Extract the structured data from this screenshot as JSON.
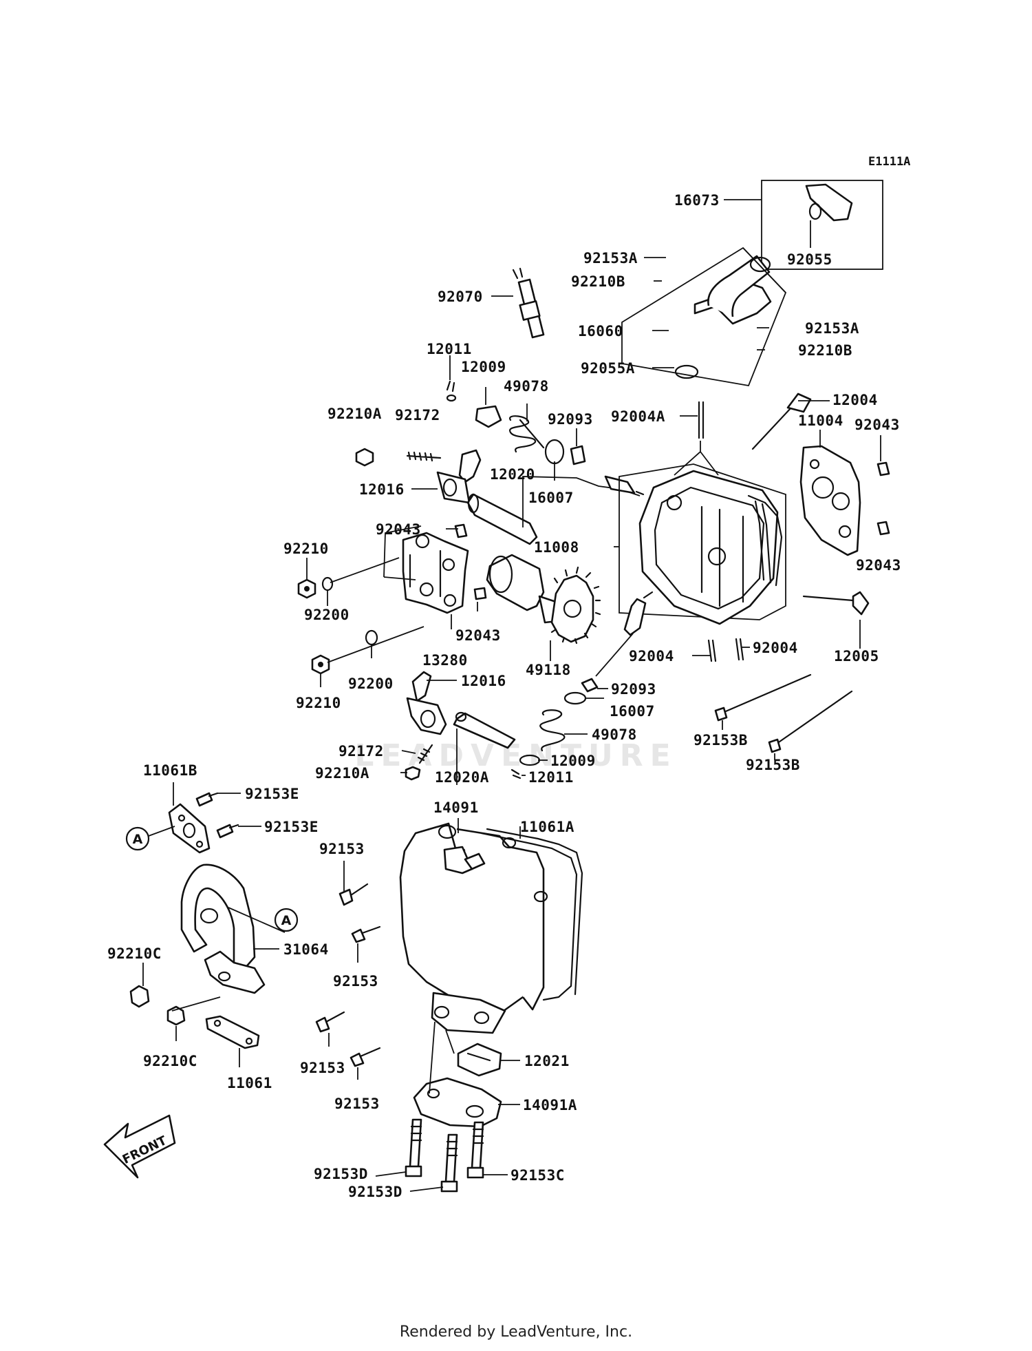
{
  "diagram_ref": "E1111A",
  "footer": "Rendered by LeadVenture, Inc.",
  "watermark": "LEADVENTURE",
  "front_label": "FRONT",
  "ref_marker": "A",
  "labels": {
    "l16073": "16073",
    "l92055": "92055",
    "l92153A_1": "92153A",
    "l92210B_1": "92210B",
    "l92070": "92070",
    "l16060": "16060",
    "l92153A_2": "92153A",
    "l92210B_2": "92210B",
    "l92055A": "92055A",
    "l12011_1": "12011",
    "l12009_1": "12009",
    "l49078_1": "49078",
    "l92210A_1": "92210A",
    "l92172_1": "92172",
    "l92093_1": "92093",
    "l92004A": "92004A",
    "l12004": "12004",
    "l11004": "11004",
    "l92043_1": "92043",
    "l12016_1": "12016",
    "l12020": "12020",
    "l16007_1": "16007",
    "l92043_2": "92043",
    "l11008": "11008",
    "l92210_1": "92210",
    "l92043_3": "92043",
    "l92200_1": "92200",
    "l92043_4": "92043",
    "l13280": "13280",
    "l49118": "49118",
    "l92004_1": "92004",
    "l92004_2": "92004",
    "l12005": "12005",
    "l92200_2": "92200",
    "l12016_2": "12016",
    "l92093_2": "92093",
    "l92210_2": "92210",
    "l16007_2": "16007",
    "l92153B_1": "92153B",
    "l49078_2": "49078",
    "l92172_2": "92172",
    "l12009_2": "12009",
    "l92210A_2": "92210A",
    "l12020A": "12020A",
    "l12011_2": "12011",
    "l92153B_2": "92153B",
    "l11061B": "11061B",
    "l92153E_1": "92153E",
    "l92153E_2": "92153E",
    "l14091": "14091",
    "l11061A": "11061A",
    "l92153_1": "92153",
    "l31064": "31064",
    "l92210C_1": "92210C",
    "l92153_2": "92153",
    "l92210C_2": "92210C",
    "l11061": "11061",
    "l12021": "12021",
    "l92153_3": "92153",
    "l14091A": "14091A",
    "l92153_4": "92153",
    "l92153D_1": "92153D",
    "l92153C": "92153C",
    "l92153D_2": "92153D"
  }
}
